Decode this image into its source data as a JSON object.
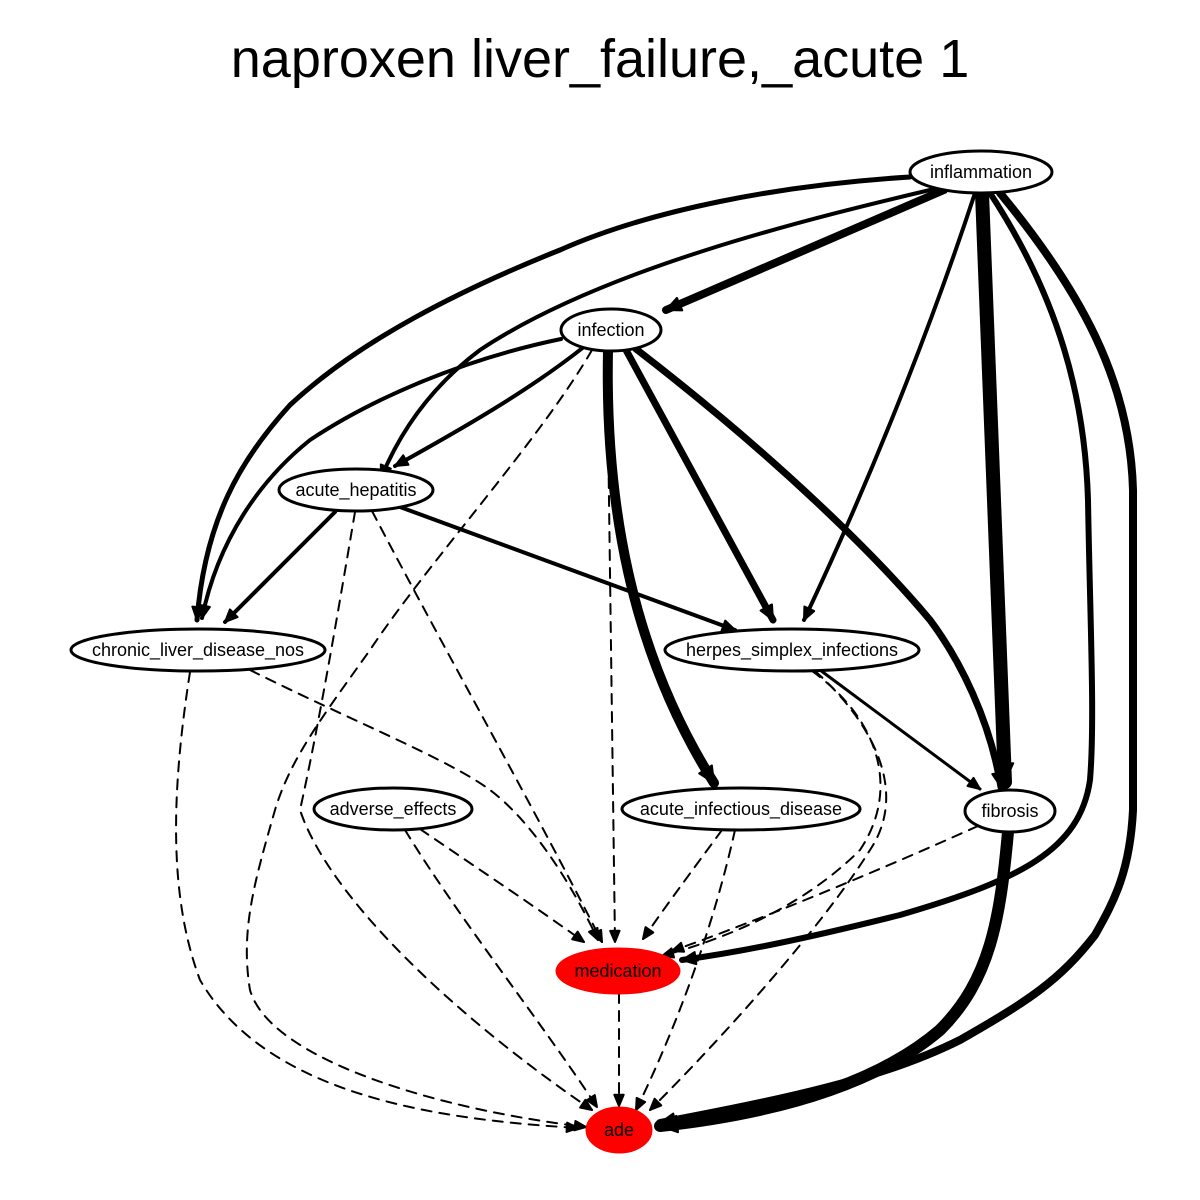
{
  "title": "naproxen liver_failure,_acute 1",
  "colors": {
    "highlight": "#ff0000",
    "edge": "#000000",
    "node_fill": "#ffffff"
  },
  "nodes": [
    {
      "id": "inflammation",
      "label": "inflammation",
      "highlight": false
    },
    {
      "id": "infection",
      "label": "infection",
      "highlight": false
    },
    {
      "id": "acute_hepatitis",
      "label": "acute_hepatitis",
      "highlight": false
    },
    {
      "id": "chronic_liver_disease_nos",
      "label": "chronic_liver_disease_nos",
      "highlight": false
    },
    {
      "id": "herpes_simplex_infections",
      "label": "herpes_simplex_infections",
      "highlight": false
    },
    {
      "id": "adverse_effects",
      "label": "adverse_effects",
      "highlight": false
    },
    {
      "id": "acute_infectious_disease",
      "label": "acute_infectious_disease",
      "highlight": false
    },
    {
      "id": "fibrosis",
      "label": "fibrosis",
      "highlight": false
    },
    {
      "id": "medication",
      "label": "medication",
      "highlight": true
    },
    {
      "id": "ade",
      "label": "ade",
      "highlight": true
    }
  ],
  "edges": [
    {
      "from": "inflammation",
      "to": "infection",
      "style": "solid",
      "weight": 8
    },
    {
      "from": "inflammation",
      "to": "acute_hepatitis",
      "style": "solid",
      "weight": 4
    },
    {
      "from": "inflammation",
      "to": "chronic_liver_disease_nos",
      "style": "solid",
      "weight": 5
    },
    {
      "from": "inflammation",
      "to": "herpes_simplex_infections",
      "style": "solid",
      "weight": 4
    },
    {
      "from": "inflammation",
      "to": "fibrosis",
      "style": "solid",
      "weight": 14
    },
    {
      "from": "inflammation",
      "to": "medication",
      "style": "solid",
      "weight": 6
    },
    {
      "from": "inflammation",
      "to": "ade",
      "style": "solid",
      "weight": 8
    },
    {
      "from": "infection",
      "to": "acute_hepatitis",
      "style": "solid",
      "weight": 4
    },
    {
      "from": "infection",
      "to": "chronic_liver_disease_nos",
      "style": "solid",
      "weight": 4
    },
    {
      "from": "infection",
      "to": "herpes_simplex_infections",
      "style": "solid",
      "weight": 7
    },
    {
      "from": "infection",
      "to": "acute_infectious_disease",
      "style": "solid",
      "weight": 10
    },
    {
      "from": "infection",
      "to": "fibrosis",
      "style": "solid",
      "weight": 7
    },
    {
      "from": "infection",
      "to": "medication",
      "style": "dashed",
      "weight": 2
    },
    {
      "from": "infection",
      "to": "ade",
      "style": "dashed",
      "weight": 2
    },
    {
      "from": "acute_hepatitis",
      "to": "chronic_liver_disease_nos",
      "style": "solid",
      "weight": 4
    },
    {
      "from": "acute_hepatitis",
      "to": "herpes_simplex_infections",
      "style": "solid",
      "weight": 4
    },
    {
      "from": "acute_hepatitis",
      "to": "medication",
      "style": "dashed",
      "weight": 2
    },
    {
      "from": "acute_hepatitis",
      "to": "ade",
      "style": "dashed",
      "weight": 2
    },
    {
      "from": "chronic_liver_disease_nos",
      "to": "medication",
      "style": "dashed",
      "weight": 2
    },
    {
      "from": "chronic_liver_disease_nos",
      "to": "ade",
      "style": "dashed",
      "weight": 2
    },
    {
      "from": "herpes_simplex_infections",
      "to": "fibrosis",
      "style": "solid",
      "weight": 3
    },
    {
      "from": "herpes_simplex_infections",
      "to": "medication",
      "style": "dashed",
      "weight": 2
    },
    {
      "from": "herpes_simplex_infections",
      "to": "ade",
      "style": "dashed",
      "weight": 2
    },
    {
      "from": "adverse_effects",
      "to": "medication",
      "style": "dashed",
      "weight": 2
    },
    {
      "from": "adverse_effects",
      "to": "ade",
      "style": "dashed",
      "weight": 2
    },
    {
      "from": "acute_infectious_disease",
      "to": "medication",
      "style": "dashed",
      "weight": 2
    },
    {
      "from": "acute_infectious_disease",
      "to": "ade",
      "style": "dashed",
      "weight": 2
    },
    {
      "from": "fibrosis",
      "to": "medication",
      "style": "dashed",
      "weight": 2
    },
    {
      "from": "fibrosis",
      "to": "ade",
      "style": "solid",
      "weight": 12
    },
    {
      "from": "medication",
      "to": "ade",
      "style": "dashed",
      "weight": 2
    }
  ]
}
